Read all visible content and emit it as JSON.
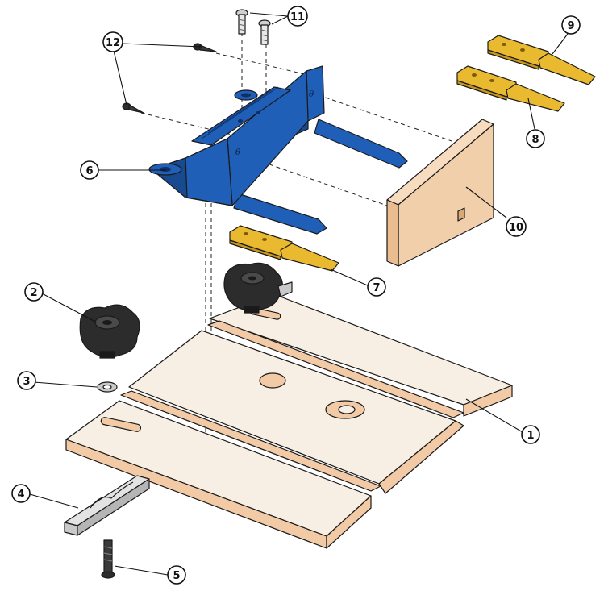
{
  "diagram": {
    "callouts": {
      "c1": "1",
      "c2": "2",
      "c3": "3",
      "c4": "4",
      "c5": "5",
      "c6": "6",
      "c7": "7",
      "c8": "8",
      "c9": "9",
      "c10": "10",
      "c11": "11",
      "c12": "12"
    },
    "bracket_marks": [
      "θ",
      "θ"
    ],
    "colors": {
      "base_plate": "#f7eee4",
      "base_edge": "#f2caa6",
      "bracket_blue": "#1f5fb8",
      "bracket_blue_dark": "#184a90",
      "brass_slide": "#e9b930",
      "wood_panel": "#f1cfaa",
      "knob_black": "#2c2c2c",
      "steel_gray": "#c9c9c9"
    }
  }
}
